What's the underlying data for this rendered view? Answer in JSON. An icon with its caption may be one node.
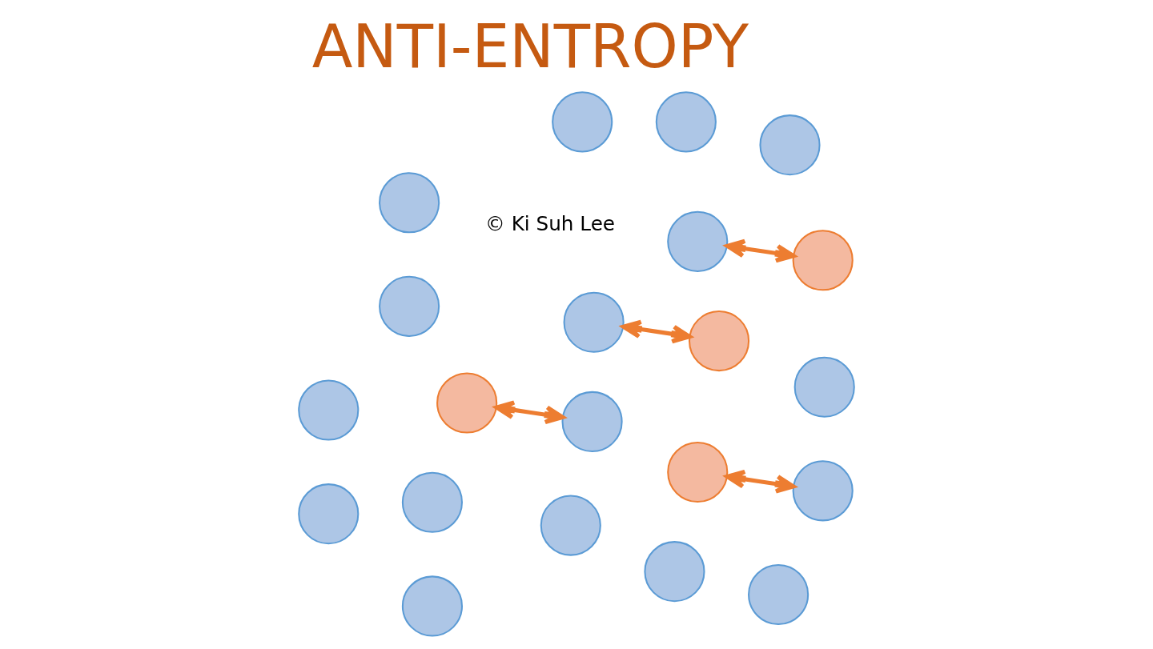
{
  "diagram": {
    "title": "ANTI-ENTROPY",
    "nodes": [
      {
        "text": [],
        "shape": "circle"
      },
      {
        "text": [],
        "shape": "circle"
      },
      {
        "text": [],
        "shape": "circle"
      },
      {
        "text": [],
        "shape": "circle"
      },
      {
        "text": [],
        "shape": "circle"
      },
      {
        "text": [],
        "shape": "circle"
      },
      {
        "text": [],
        "shape": "circle"
      },
      {
        "text": [],
        "shape": "circle"
      },
      {
        "text": [],
        "shape": "circle"
      },
      {
        "text": [],
        "shape": "circle"
      },
      {
        "text": [],
        "shape": "circle"
      },
      {
        "text": [],
        "shape": "circle"
      },
      {
        "text": [],
        "shape": "circle"
      },
      {
        "text": [],
        "shape": "circle"
      },
      {
        "text": [],
        "shape": "circle"
      },
      {
        "text": [],
        "shape": "circle"
      },
      {
        "text": [],
        "shape": "circle"
      },
      {
        "text": [],
        "shape": "circle"
      },
      {
        "text": [],
        "shape": "circle"
      },
      {
        "text": [],
        "shape": "circle"
      },
      {
        "text": [],
        "shape": "circle"
      }
    ],
    "edges": [
      {
        "from": 6,
        "to": 7,
        "arrow": "both"
      },
      {
        "from": 4,
        "to": 11,
        "arrow": "both"
      },
      {
        "from": 9,
        "to": 15,
        "arrow": "both"
      },
      {
        "from": 10,
        "to": 16,
        "arrow": "both"
      }
    ],
    "labels": [
      "© Ki Suh Lee"
    ]
  }
}
